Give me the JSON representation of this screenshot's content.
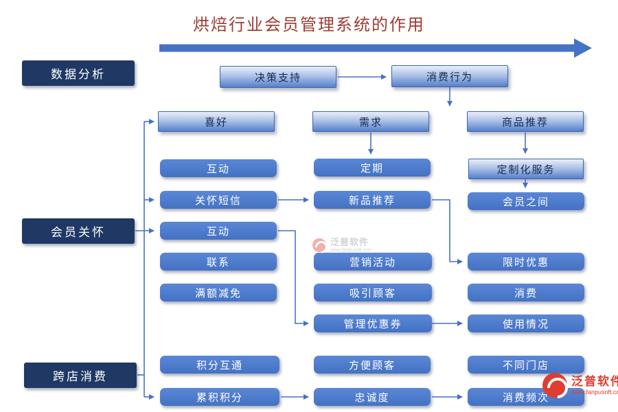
{
  "title": "烘焙行业会员管理系统的作用",
  "colors": {
    "accent": "#4472C4",
    "dark_navy": "#1F3864",
    "title_red": "#9E3B33",
    "brand_red": "#E03C31"
  },
  "categories": [
    {
      "id": "data-analysis",
      "label": "数据分析"
    },
    {
      "id": "member-care",
      "label": "会员关怀"
    },
    {
      "id": "cross-store",
      "label": "跨店消费"
    }
  ],
  "nodes": {
    "decision_support": "决策支持",
    "consumer_behavior": "消费行为",
    "preference": "喜好",
    "demand": "需求",
    "product_recommend": "商品推荐",
    "interaction_1": "互动",
    "care_sms": "关怀短信",
    "interaction_2": "互动",
    "contact": "联系",
    "full_discount": "满额减免",
    "regular": "定期",
    "new_product_recommend": "新品推荐",
    "marketing_campaign": "营销活动",
    "attract_customers": "吸引顾客",
    "coupon_management": "管理优惠券",
    "customized_service": "定制化服务",
    "member_between": "会员之间",
    "limited_time_offer": "限时优惠",
    "consumption": "消费",
    "usage_status": "使用情况",
    "points_interchange": "积分互通",
    "customer_convenience": "方便顾客",
    "different_stores": "不同门店",
    "accumulated_points": "累积积分",
    "loyalty": "忠诚度",
    "consumption_frequency": "消费频次"
  },
  "watermark": {
    "brand": "泛普软件",
    "url": "www.fanpusoft.com"
  }
}
